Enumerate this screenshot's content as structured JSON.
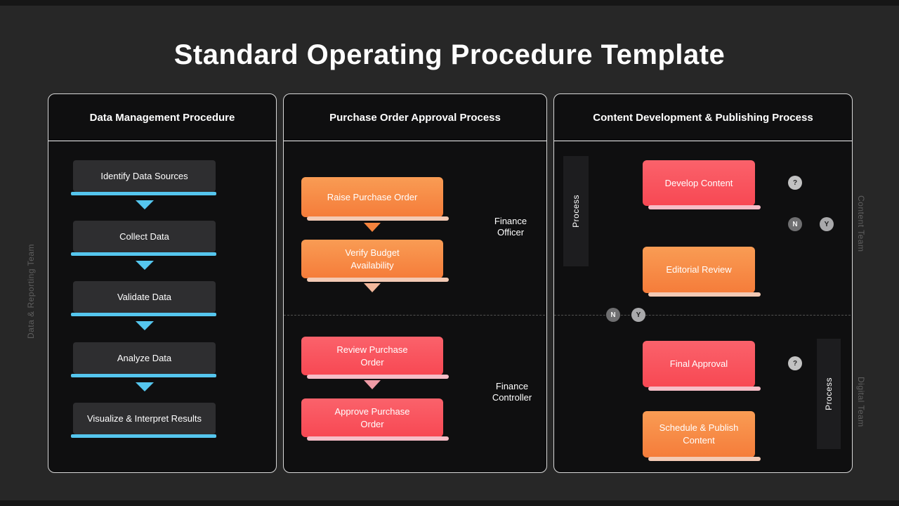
{
  "slide": {
    "title": "Standard Operating Procedure Template"
  },
  "panels": {
    "data_management": {
      "title": "Data Management Procedure",
      "side_label": "Data & Reporting Team",
      "steps": [
        "Identify Data Sources",
        "Collect Data",
        "Validate Data",
        "Analyze Data",
        "Visualize & Interpret Results"
      ]
    },
    "purchase_order": {
      "title": "Purchase Order Approval Process",
      "top_steps": [
        "Raise Purchase Order",
        "Verify Budget Availability"
      ],
      "bottom_steps": [
        "Review Purchase Order",
        "Approve Purchase Order"
      ],
      "top_role": "Finance Officer",
      "bottom_role": "Finance Controller"
    },
    "content_dev": {
      "title": "Content Development & Publishing Process",
      "left_lane": "Process",
      "right_lane": "Process",
      "side_label_top": "Content Team",
      "side_label_bottom": "Digital Team",
      "nodes": {
        "develop": "Develop Content",
        "editorial": "Editorial Review",
        "final": "Final Approval",
        "schedule": "Schedule & Publish Content"
      },
      "decisions": {
        "q": "?",
        "n": "N",
        "y": "Y"
      }
    }
  },
  "colors": {
    "slide_bg": "#272727",
    "panel_bg": "#0f0f10",
    "accent_cyan": "#55c6ee",
    "accent_orange": "#f5823c",
    "accent_red": "#f9505b",
    "connector_green": "#b8dd87"
  }
}
